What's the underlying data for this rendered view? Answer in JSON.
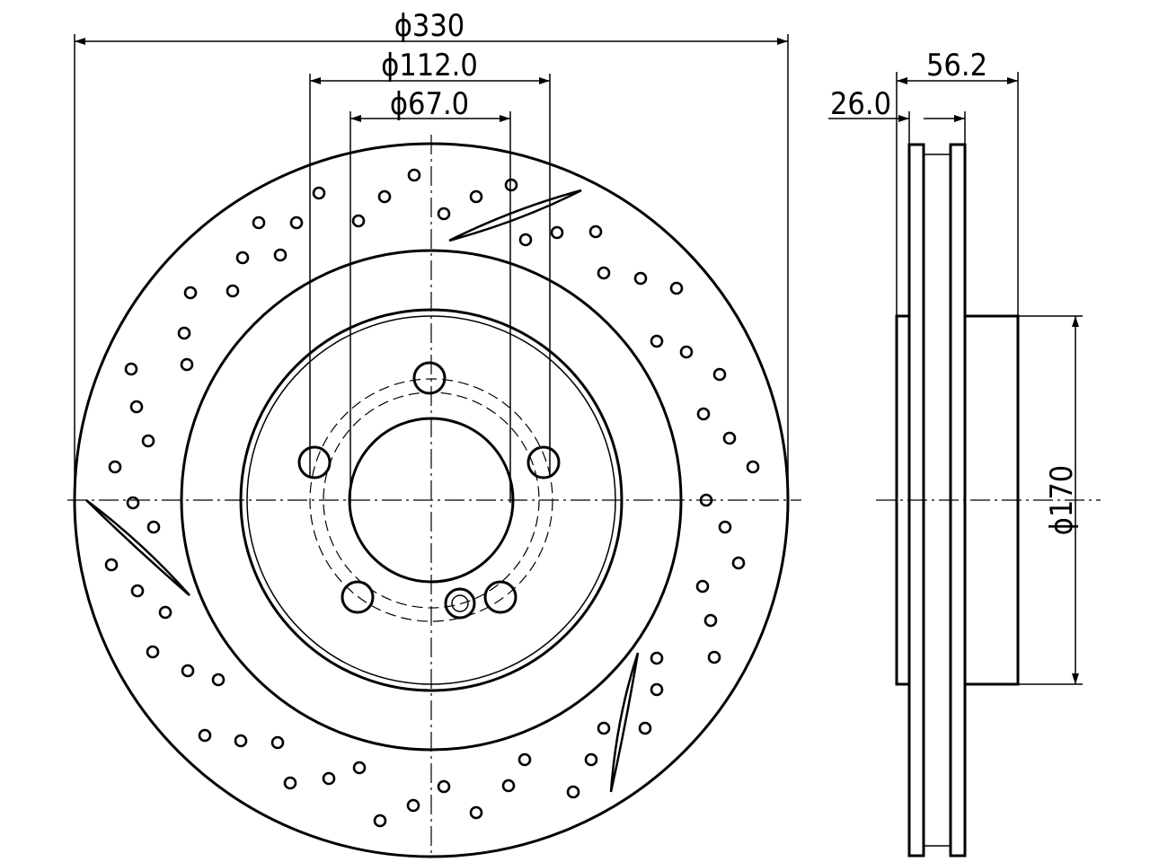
{
  "dimensions": {
    "outer_diameter": "ϕ330",
    "bolt_circle": "ϕ112.0",
    "center_bore": "ϕ67.0",
    "overall_height": "56.2",
    "thickness": "26.0",
    "hat_diameter": "ϕ170"
  },
  "colors": {
    "line": "#000000",
    "background": "#ffffff"
  }
}
